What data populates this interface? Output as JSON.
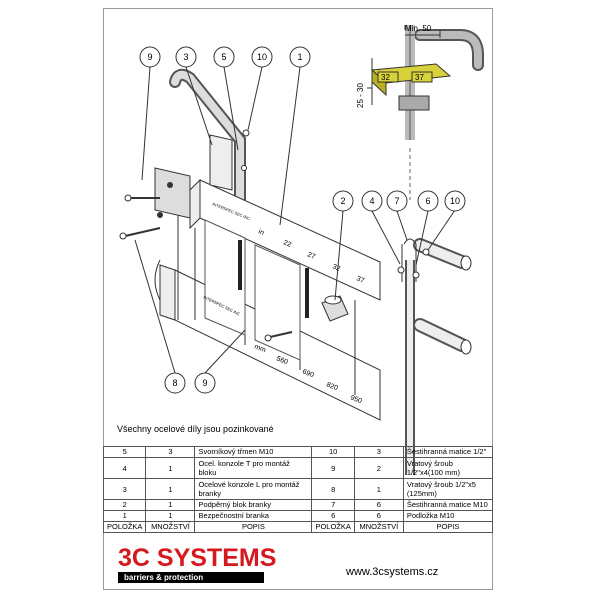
{
  "drawing": {
    "callouts": [
      "9",
      "3",
      "5",
      "10",
      "1",
      "2",
      "4",
      "7",
      "6",
      "10",
      "8",
      "9"
    ],
    "detail": {
      "min_label": "Min. 50",
      "range_label": "25 - 30",
      "size_a": "32",
      "size_b": "37"
    },
    "bar_marks": {
      "in": "in",
      "i22": "22",
      "i27": "27",
      "i32": "32",
      "i37": "37",
      "mm": "mm",
      "m560": "560",
      "m690": "690",
      "m820": "820",
      "m950": "950"
    },
    "stamp": "INTERSPEC SEC INC"
  },
  "note": "Všechny ocelové díly jsou pozinkované",
  "table": {
    "rows": [
      {
        "a_item": "5",
        "a_qty": "3",
        "a_desc": "Svorníkový třmen M10",
        "b_item": "10",
        "b_qty": "3",
        "b_desc": "Šestihranná matice 1/2\""
      },
      {
        "a_item": "4",
        "a_qty": "1",
        "a_desc": "Ocel. konzole T pro montáž bloku",
        "b_item": "9",
        "b_qty": "2",
        "b_desc": "Vratový šroub 1/2\"x4(100 mm)"
      },
      {
        "a_item": "3",
        "a_qty": "1",
        "a_desc": "Ocelové konzole L pro montáž branky",
        "b_item": "8",
        "b_qty": "1",
        "b_desc": "Vratový šroub 1/2\"x5 (125mm)"
      },
      {
        "a_item": "2",
        "a_qty": "1",
        "a_desc": "Podpěrný blok branky",
        "b_item": "7",
        "b_qty": "6",
        "b_desc": "Šestihranná matice M10"
      },
      {
        "a_item": "1",
        "a_qty": "1",
        "a_desc": "Bezpečnostní branka",
        "b_item": "6",
        "b_qty": "6",
        "b_desc": "Podložka M10"
      }
    ],
    "header": {
      "item": "POLOŽKA",
      "qty": "MNOŽSTVÍ",
      "desc": "POPIS"
    }
  },
  "brand": {
    "name": "3C SYSTEMS",
    "tagline": "barriers & protection",
    "website": "www.3csystems.cz",
    "red": "#d6191f"
  }
}
